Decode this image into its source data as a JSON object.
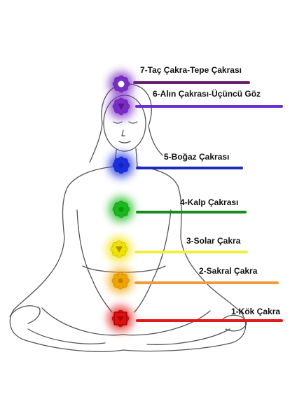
{
  "chakras": [
    {
      "label": "7-Taç Çakra-Tepe Çakrası",
      "color": "#7a2fc4",
      "line_color": "#6b1e6f",
      "icon": "crown-chakra-icon"
    },
    {
      "label": "6-Alın Çakrası-Üçüncü Göz",
      "color": "#7b2bc9",
      "line_color": "#6c2fcf",
      "icon": "third-eye-chakra-icon"
    },
    {
      "label": "5-Boğaz Çakrası",
      "color": "#1a2fe0",
      "line_color": "#1a2db8",
      "icon": "throat-chakra-icon"
    },
    {
      "label": "4-Kalp Çakrası",
      "color": "#19b81b",
      "line_color": "#1a8a1c",
      "icon": "heart-chakra-icon"
    },
    {
      "label": "3-Solar Çakra",
      "color": "#f2e200",
      "line_color": "#f0ef3a",
      "icon": "solar-plexus-chakra-icon"
    },
    {
      "label": "2-Sakral Çakra",
      "color": "#f0a400",
      "line_color": "#f29a3b",
      "icon": "sacral-chakra-icon"
    },
    {
      "label": "1-Kök Çakra",
      "color": "#e01010",
      "line_color": "#e01a1a",
      "icon": "root-chakra-icon"
    }
  ]
}
